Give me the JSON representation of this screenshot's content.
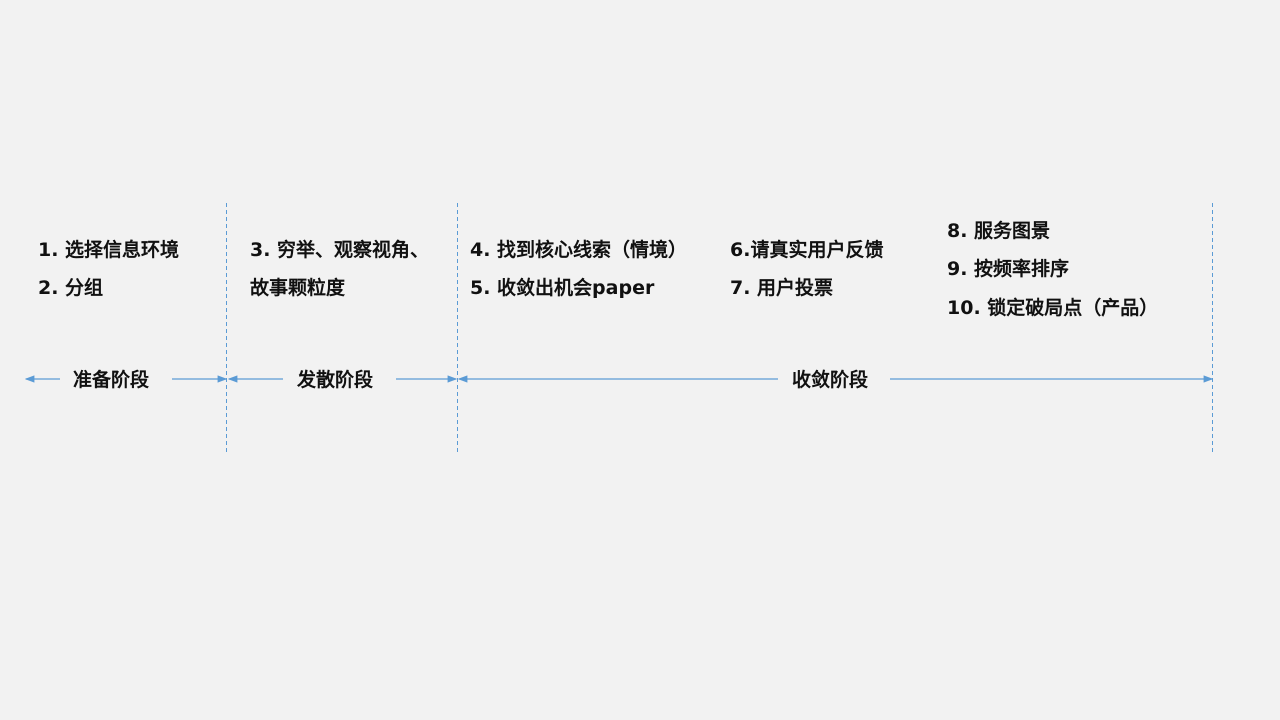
{
  "colors": {
    "line": "#5b9bd5",
    "background": "#f2f2f2",
    "text": "#111111"
  },
  "columns": [
    {
      "items": [
        "1.   选择信息环境",
        "2.   分组"
      ]
    },
    {
      "items": [
        "3. 穷举、观察视角、",
        "故事颗粒度"
      ]
    },
    {
      "items": [
        "4. 找到核心线索（情境）",
        "5. 收敛出机会paper"
      ]
    },
    {
      "items": [
        "6.请真实用户反馈",
        "7. 用户投票"
      ]
    },
    {
      "items": [
        "8. 服务图景",
        "9. 按频率排序",
        "10. 锁定破局点（产品）"
      ]
    }
  ],
  "stages": [
    "准备阶段",
    "发散阶段",
    "收敛阶段"
  ]
}
